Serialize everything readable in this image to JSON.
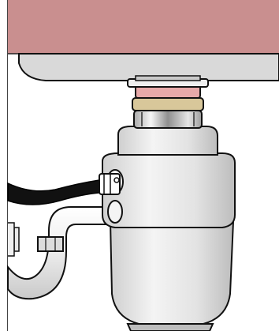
{
  "illustration": {
    "subject": "",
    "colors": {
      "countertop": "#c98f8f",
      "sink_basin": "#d9d9d9",
      "disposer_body": "#e6e6e6",
      "disposer_shadow": "#c8c8c8",
      "flange_pink": "#e7a9a9",
      "mount_ring_gold": "#d8c79a",
      "dishwasher_hose": "#111111",
      "clamp": "#ffffff",
      "drain_pipe": "#f2f2f2",
      "outline": "#111111",
      "background": "#ffffff"
    },
    "parts": [
      "countertop",
      "sink-basin",
      "sink-flange",
      "mounting-ring",
      "disposer-upper",
      "disposer-collar",
      "disposer-lower",
      "dishwasher-hose",
      "hose-clamp",
      "drain-elbow",
      "drain-trap",
      "slip-nut"
    ]
  }
}
